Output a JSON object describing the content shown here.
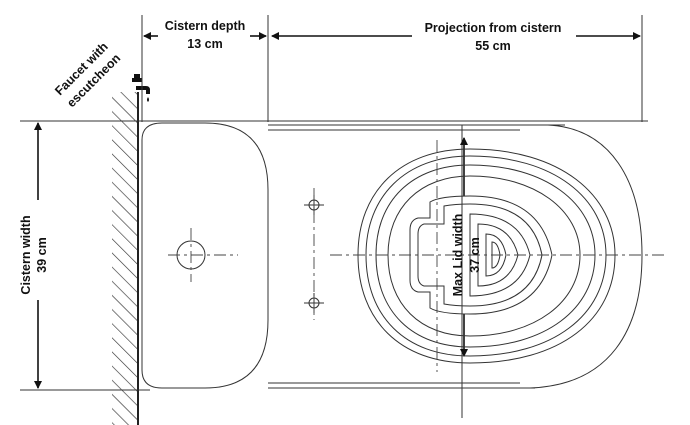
{
  "labels": {
    "faucet": {
      "line1": "Faucet with",
      "line2": "escutcheon"
    },
    "cistern_depth": {
      "title": "Cistern depth",
      "value": "13 cm"
    },
    "projection": {
      "title": "Projection from cistern",
      "value": "55 cm"
    },
    "cistern_width": {
      "title": "Cistern width",
      "value": "39 cm"
    },
    "max_lid_width": {
      "title": "Max Lid width",
      "value": "37 cm"
    }
  },
  "icons": {
    "faucet": "faucet-icon"
  },
  "colors": {
    "line": "#333333",
    "text": "#111111",
    "background": "#ffffff"
  }
}
